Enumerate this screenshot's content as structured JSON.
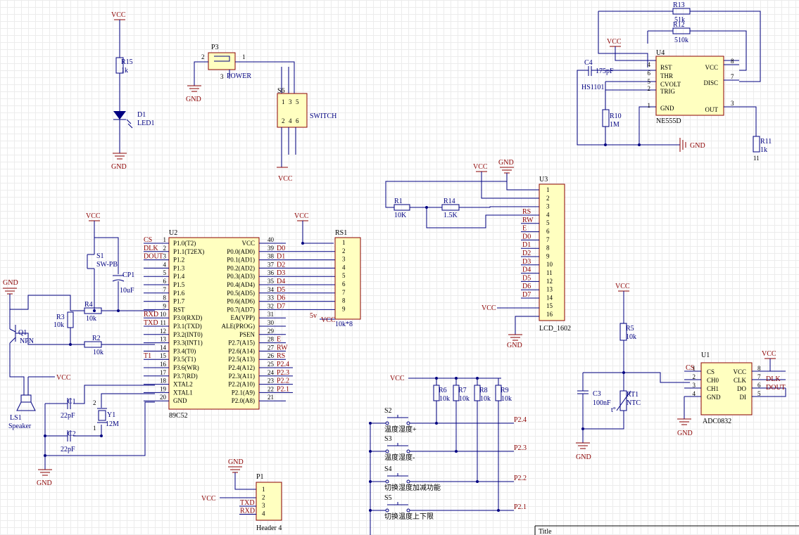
{
  "vcc_label": "VCC",
  "gnd_label": "GND",
  "led": {
    "res_ref": "R15",
    "res_val": "1k",
    "led_ref": "D1",
    "led_val": "LED1"
  },
  "power": {
    "conn_ref": "P3",
    "conn_label": "POWER",
    "conn_pins": [
      "2",
      "1",
      "3"
    ],
    "sw_ref": "S6",
    "sw_label": "SWITCH",
    "sw_pins_top": [
      "1",
      "3",
      "5"
    ],
    "sw_pins_bottom": [
      "2",
      "4",
      "6"
    ]
  },
  "reset": {
    "sw_ref": "S1",
    "sw_val": "SW-PB",
    "cap_ref": "CP1",
    "cap_val": "10uF",
    "r4_ref": "R4",
    "r4_val": "10k"
  },
  "driver": {
    "r3_ref": "R3",
    "r3_val": "10k",
    "r2_ref": "R2",
    "r2_val": "10k",
    "q_ref": "Q1",
    "q_val": "NPN",
    "spk_ref": "LS1",
    "spk_val": "Speaker"
  },
  "crystal": {
    "c1_ref": "C1",
    "c1_val": "22pF",
    "c2_ref": "C2",
    "c2_val": "22pF",
    "y_ref": "Y1",
    "y_val": "12M",
    "y_pins": [
      "2",
      "1"
    ]
  },
  "mcu": {
    "ref": "U2",
    "part": "89C52",
    "left_pins": [
      {
        "num": "1",
        "name": "P1.0(T2)",
        "net": "CS"
      },
      {
        "num": "2",
        "name": "P1.1(T2EX)",
        "net": "DLK"
      },
      {
        "num": "3",
        "name": "P1.2",
        "net": "DOUT"
      },
      {
        "num": "4",
        "name": "P1.3",
        "net": ""
      },
      {
        "num": "5",
        "name": "P1.4",
        "net": ""
      },
      {
        "num": "6",
        "name": "P1.5",
        "net": ""
      },
      {
        "num": "7",
        "name": "P1.6",
        "net": ""
      },
      {
        "num": "8",
        "name": "P1.7",
        "net": ""
      },
      {
        "num": "9",
        "name": "RST",
        "net": ""
      },
      {
        "num": "10",
        "name": "P3.0(RXD)",
        "net": "RXD"
      },
      {
        "num": "11",
        "name": "P3.1(TXD)",
        "net": "TXD"
      },
      {
        "num": "12",
        "name": "P3.2(INT0)",
        "net": ""
      },
      {
        "num": "13",
        "name": "P3.3(INT1)",
        "net": ""
      },
      {
        "num": "14",
        "name": "P3.4(T0)",
        "net": ""
      },
      {
        "num": "15",
        "name": "P3.5(T1)",
        "net": "T1"
      },
      {
        "num": "16",
        "name": "P3.6(WR)",
        "net": ""
      },
      {
        "num": "17",
        "name": "P3.7(RD)",
        "net": ""
      },
      {
        "num": "18",
        "name": "XTAL2",
        "net": ""
      },
      {
        "num": "19",
        "name": "XTAL1",
        "net": ""
      },
      {
        "num": "20",
        "name": "GND",
        "net": ""
      }
    ],
    "right_pins": [
      {
        "num": "40",
        "name": "VCC",
        "net": ""
      },
      {
        "num": "39",
        "name": "P0.0(AD0)",
        "net": "D0"
      },
      {
        "num": "38",
        "name": "P0.1(AD1)",
        "net": "D1"
      },
      {
        "num": "37",
        "name": "P0.2(AD2)",
        "net": "D2"
      },
      {
        "num": "36",
        "name": "P0.3(AD3)",
        "net": "D3"
      },
      {
        "num": "35",
        "name": "P0.4(AD4)",
        "net": "D4"
      },
      {
        "num": "34",
        "name": "P0.5(AD5)",
        "net": "D5"
      },
      {
        "num": "33",
        "name": "P0.6(AD6)",
        "net": "D6"
      },
      {
        "num": "32",
        "name": "P0.7(AD7)",
        "net": "D7"
      },
      {
        "num": "31",
        "name": "EA(VPP)",
        "net": ""
      },
      {
        "num": "30",
        "name": "ALE(PROG)",
        "net": ""
      },
      {
        "num": "29",
        "name": "PSEN",
        "net": ""
      },
      {
        "num": "28",
        "name": "P2.7(A15)",
        "net": "E"
      },
      {
        "num": "27",
        "name": "P2.6(A14)",
        "net": "RW"
      },
      {
        "num": "26",
        "name": "P2.5(A13)",
        "net": "RS"
      },
      {
        "num": "25",
        "name": "P2.4(A12)",
        "net": "P2.4"
      },
      {
        "num": "24",
        "name": "P2.3(A11)",
        "net": "P2.3"
      },
      {
        "num": "23",
        "name": "P2.2(A10)",
        "net": "P2.2"
      },
      {
        "num": "22",
        "name": "P2.1(A9)",
        "net": "P2.1"
      },
      {
        "num": "21",
        "name": "P2.0(A8)",
        "net": ""
      }
    ]
  },
  "rs1": {
    "ref": "RS1",
    "val": "10k*8",
    "pins": [
      "1",
      "2",
      "3",
      "4",
      "5",
      "6",
      "7",
      "8",
      "9"
    ],
    "vcc_pin_label": "5v"
  },
  "lcd": {
    "ref": "U3",
    "part": "LCD_1602",
    "pins": [
      "1",
      "2",
      "3",
      "4",
      "5",
      "6",
      "7",
      "8",
      "9",
      "10",
      "11",
      "12",
      "13",
      "14",
      "15",
      "16"
    ],
    "nets": [
      "RS",
      "RW",
      "E",
      "D0",
      "D1",
      "D2",
      "D3",
      "D4",
      "D5",
      "D6",
      "D7"
    ],
    "r1_ref": "R1",
    "r1_val": "10K",
    "r14_ref": "R14",
    "r14_val": "1.5K"
  },
  "timer": {
    "ref": "U4",
    "part": "NE555D",
    "left_pins": [
      {
        "num": "4",
        "name": "RST"
      },
      {
        "num": "6",
        "name": "THR"
      },
      {
        "num": "5",
        "name": "CVOLT"
      },
      {
        "num": "2",
        "name": "TRIG"
      },
      {
        "num": "1",
        "name": "GND"
      }
    ],
    "right_pins": [
      {
        "num": "8",
        "name": "VCC"
      },
      {
        "num": "7",
        "name": "DISC"
      },
      {
        "num": "3",
        "name": "OUT"
      }
    ],
    "r13_ref": "R13",
    "r13_val": "51k",
    "r12_ref": "R12",
    "r12_val": "510k",
    "c4_ref": "C4",
    "c4_val": "175pF",
    "sensor": "HS1101",
    "r10_ref": "R10",
    "r10_val": "1M",
    "r11_ref": "R11",
    "r11_val": "1k",
    "r11_pin": "11"
  },
  "keys": {
    "r6_ref": "R6",
    "r7_ref": "R7",
    "r8_ref": "R8",
    "r9_ref": "R9",
    "res_val": "10k",
    "buttons": [
      {
        "ref": "S2",
        "label": "温度湿度+",
        "net": "P2.4"
      },
      {
        "ref": "S3",
        "label": "温度湿度-",
        "net": "P2.3"
      },
      {
        "ref": "S4",
        "label": "切换湿度加减功能",
        "net": "P2.2"
      },
      {
        "ref": "S5",
        "label": "切换温度上下限",
        "net": "P2.1"
      }
    ]
  },
  "adc": {
    "ref": "U1",
    "part": "ADC0832",
    "left_pins": [
      {
        "num": "1",
        "name": "CS",
        "net": "CS"
      },
      {
        "num": "2",
        "name": "CH0"
      },
      {
        "num": "3",
        "name": "CH1"
      },
      {
        "num": "4",
        "name": "GND"
      }
    ],
    "right_pins": [
      {
        "num": "8",
        "name": "VCC"
      },
      {
        "num": "7",
        "name": "CLK",
        "net": "DLK"
      },
      {
        "num": "6",
        "name": "DO",
        "net": "DOUT"
      },
      {
        "num": "5",
        "name": "DI"
      }
    ],
    "r5_ref": "R5",
    "r5_val": "10k",
    "c3_ref": "C3",
    "c3_val": "100nF",
    "rt_ref": "RT1",
    "rt_val": "NTC",
    "rt_sym": "t°"
  },
  "header": {
    "ref": "P1",
    "val": "Header 4",
    "pins": [
      "1",
      "2",
      "3",
      "4"
    ],
    "nets": [
      "TXD",
      "RXD"
    ]
  },
  "title_block": {
    "label": "Title"
  }
}
